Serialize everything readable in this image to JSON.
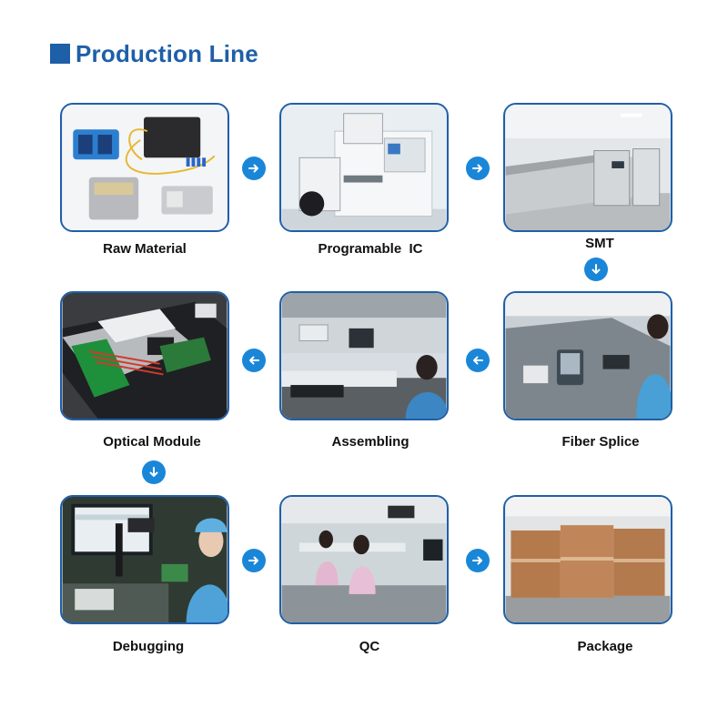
{
  "header": {
    "title": "Production Line"
  },
  "steps": [
    {
      "label": "Raw Material"
    },
    {
      "label": "Programable  IC"
    },
    {
      "label": "SMT"
    },
    {
      "label": "Optical Module"
    },
    {
      "label": "Assembling"
    },
    {
      "label": "Fiber Splice"
    },
    {
      "label": "Debugging"
    },
    {
      "label": "QC"
    },
    {
      "label": "Package"
    }
  ],
  "colors": {
    "accent": "#1f5fa8",
    "arrow": "#1a86d8"
  },
  "icons": {
    "right": "arrow-right-icon",
    "left": "arrow-left-icon",
    "down": "arrow-down-icon"
  }
}
